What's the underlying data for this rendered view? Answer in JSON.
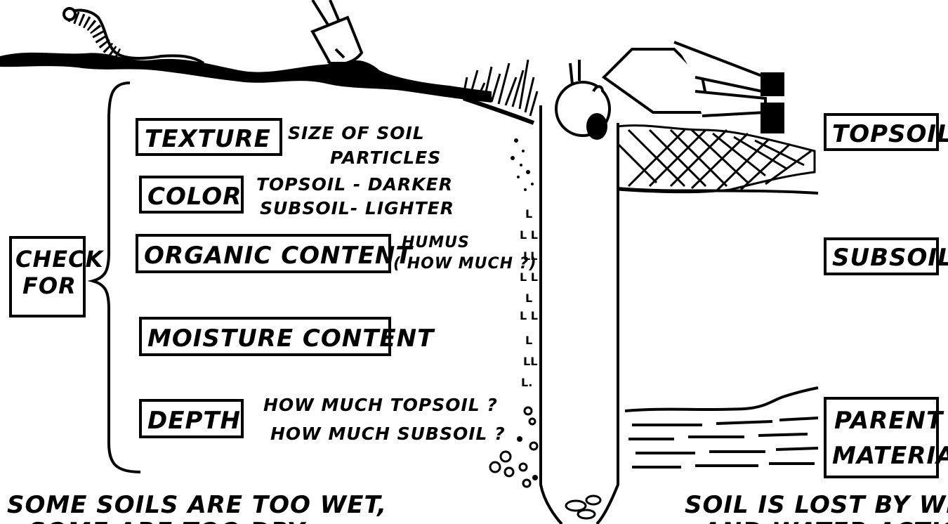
{
  "left_panel": {
    "check_for": [
      "CHECK",
      "FOR"
    ],
    "items": [
      {
        "label": "TEXTURE",
        "note": [
          "SIZE OF SOIL",
          "PARTICLES"
        ]
      },
      {
        "label": "COLOR",
        "note": [
          "TOPSOIL - DARKER",
          "SUBSOIL- LIGHTER"
        ]
      },
      {
        "label": "ORGANIC CONTENT",
        "note": [
          "HUMUS",
          "( HOW MUCH ?)"
        ]
      },
      {
        "label": "MOISTURE CONTENT",
        "note": []
      },
      {
        "label": "DEPTH",
        "note": [
          "HOW MUCH TOPSOIL ?",
          "HOW MUCH SUBSOIL ?"
        ]
      }
    ],
    "caption": [
      "SOME SOILS ARE TOO WET,",
      "SOME ARE TOO DRY"
    ]
  },
  "right_panel": {
    "layers": [
      "TOPSOIL",
      "SUBSOIL",
      [
        "PARENT",
        "MATERIAL"
      ]
    ],
    "caption": [
      "SOIL IS LOST BY WIND",
      "AND WATER ACTION"
    ]
  },
  "colors": {
    "ink": "#000000",
    "paper": "#ffffff"
  },
  "icons": [
    "worm-icon",
    "shovel-icon",
    "child-figure-icon",
    "grass-icon"
  ]
}
